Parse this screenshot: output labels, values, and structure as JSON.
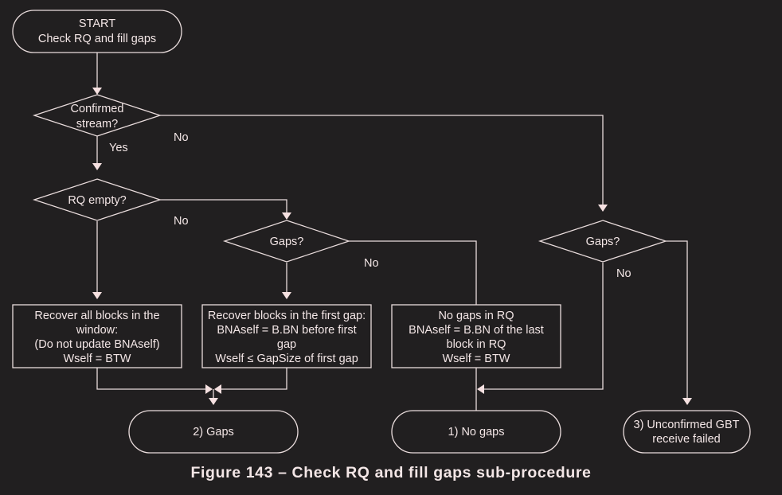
{
  "figure": {
    "caption": "Figure 143 – Check RQ and fill gaps sub-procedure"
  },
  "nodes": {
    "start": {
      "lines": [
        "START",
        "Check RQ and fill  gaps"
      ]
    },
    "confirmed_stream": {
      "lines": [
        "Confirmed",
        "stream?"
      ]
    },
    "rq_empty": {
      "lines": [
        "RQ empty?"
      ]
    },
    "gaps_confirmed": {
      "lines": [
        "Gaps?"
      ]
    },
    "gaps_unconfirmed": {
      "lines": [
        "Gaps?"
      ]
    },
    "recover_all": {
      "lines": [
        "Recover all blocks in the",
        "window:",
        "(Do not update BNAself)",
        "Wself = BTW"
      ]
    },
    "recover_first_gap": {
      "lines": [
        "Recover blocks in the first gap:",
        "BNAself = B.BN before first",
        "gap",
        "Wself ≤ GapSize of first gap"
      ]
    },
    "no_gaps_rq": {
      "lines": [
        "No gaps in RQ",
        "BNAself = B.BN of the last",
        "block in RQ",
        "Wself = BTW"
      ]
    },
    "end_gaps": {
      "lines": [
        "2) Gaps"
      ]
    },
    "end_no_gaps": {
      "lines": [
        "1) No gaps"
      ]
    },
    "end_unconfirmed": {
      "lines": [
        "3) Unconfirmed GBT",
        "receive failed"
      ]
    }
  },
  "edge_labels": {
    "confirmed_no": "No",
    "confirmed_yes": "Yes",
    "rq_empty_no": "No",
    "gaps_confirmed_no": "No",
    "gaps_unconfirmed_no": "No"
  }
}
